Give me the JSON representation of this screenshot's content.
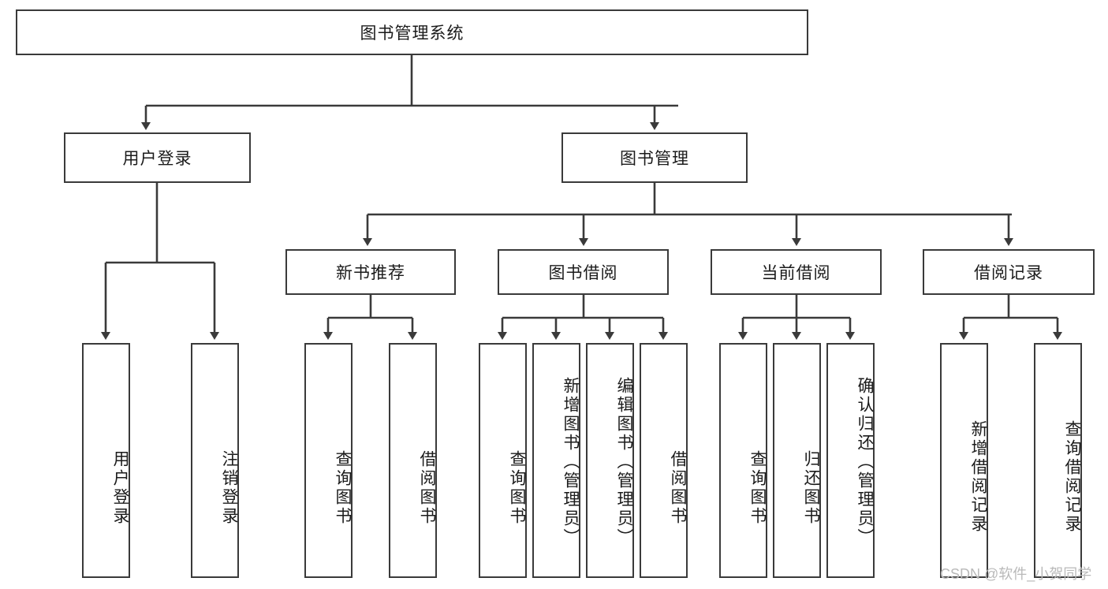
{
  "diagram": {
    "type": "hierarchy-tree",
    "title": "图书管理系统",
    "stroke_color": "#3a3a3a",
    "background_color": "#ffffff",
    "text_color": "#1b1b1b",
    "levels": [
      {
        "level": 1,
        "nodes": [
          {
            "id": "root",
            "label": "图书管理系统",
            "orientation": "horizontal"
          }
        ]
      },
      {
        "level": 2,
        "nodes": [
          {
            "id": "login",
            "label": "用户登录",
            "orientation": "horizontal",
            "parent": "root"
          },
          {
            "id": "bookmgmt",
            "label": "图书管理",
            "orientation": "horizontal",
            "parent": "root"
          }
        ]
      },
      {
        "level": 3,
        "nodes": [
          {
            "id": "newbook",
            "label": "新书推荐",
            "orientation": "horizontal",
            "parent": "bookmgmt"
          },
          {
            "id": "borrow",
            "label": "图书借阅",
            "orientation": "horizontal",
            "parent": "bookmgmt"
          },
          {
            "id": "current",
            "label": "当前借阅",
            "orientation": "horizontal",
            "parent": "bookmgmt"
          },
          {
            "id": "records",
            "label": "借阅记录",
            "orientation": "horizontal",
            "parent": "bookmgmt"
          }
        ]
      },
      {
        "level": 4,
        "nodes": [
          {
            "id": "leaf1",
            "label": "用户登录",
            "orientation": "vertical",
            "parent": "login"
          },
          {
            "id": "leaf2",
            "label": "注销登录",
            "orientation": "vertical",
            "parent": "login"
          },
          {
            "id": "leaf3",
            "label": "查询图书",
            "orientation": "vertical",
            "parent": "newbook"
          },
          {
            "id": "leaf4",
            "label": "借阅图书",
            "orientation": "vertical",
            "parent": "newbook"
          },
          {
            "id": "leaf5",
            "label": "查询图书",
            "orientation": "vertical",
            "parent": "borrow"
          },
          {
            "id": "leaf6",
            "label": "新增图书（管理员）",
            "orientation": "vertical",
            "parent": "borrow"
          },
          {
            "id": "leaf7",
            "label": "编辑图书（管理员）",
            "orientation": "vertical",
            "parent": "borrow"
          },
          {
            "id": "leaf8",
            "label": "借阅图书",
            "orientation": "vertical",
            "parent": "borrow"
          },
          {
            "id": "leaf9",
            "label": "查询图书",
            "orientation": "vertical",
            "parent": "current"
          },
          {
            "id": "leaf10",
            "label": "归还图书",
            "orientation": "vertical",
            "parent": "current"
          },
          {
            "id": "leaf11",
            "label": "确认归还（管理员）",
            "orientation": "vertical",
            "parent": "current"
          },
          {
            "id": "leaf12",
            "label": "新增借阅记录",
            "orientation": "vertical",
            "parent": "records"
          },
          {
            "id": "leaf13",
            "label": "查询借阅记录",
            "orientation": "vertical",
            "parent": "records"
          }
        ]
      }
    ]
  },
  "watermark": {
    "text": "CSDN @软件_小贺同学"
  }
}
